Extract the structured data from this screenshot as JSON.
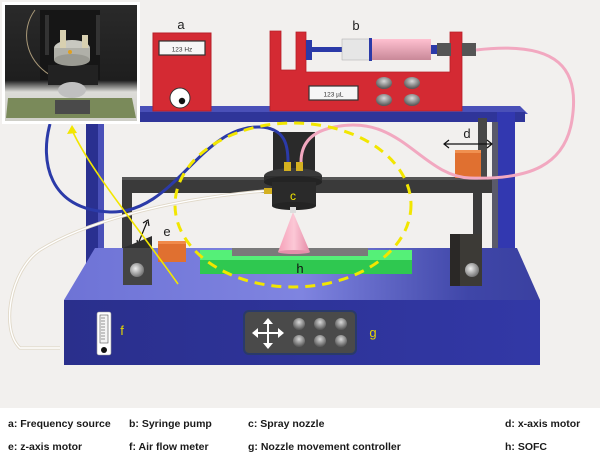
{
  "figure": {
    "labels": {
      "a": "a",
      "b": "b",
      "c": "c",
      "d": "d",
      "e": "e",
      "f": "f",
      "g": "g",
      "h": "h"
    },
    "frequency_source": {
      "display": "123 Hz"
    },
    "syringe_pump": {
      "display": "123 µL"
    },
    "colors": {
      "frame_blue": "#2f3599",
      "base_top": "#7a7fd8",
      "device_red": "#d42a33",
      "beam_dark": "#3a3a3a",
      "motor_orange": "#e07030",
      "sofc_green": "#3dd860",
      "highlight_yellow": "#f2e600",
      "tube_blue": "#2b3aa8",
      "tube_pink": "#f2a8c0",
      "background": "#f2f0ee"
    }
  },
  "legend": [
    {
      "key": "a",
      "text": "a: Frequency source"
    },
    {
      "key": "b",
      "text": "b: Syringe pump"
    },
    {
      "key": "c",
      "text": "c: Spray nozzle"
    },
    {
      "key": "d",
      "text": "d: x-axis motor"
    },
    {
      "key": "e",
      "text": "e: z-axis motor"
    },
    {
      "key": "f",
      "text": "f: Air flow meter"
    },
    {
      "key": "g",
      "text": "g: Nozzle movement controller"
    },
    {
      "key": "h",
      "text": "h: SOFC"
    }
  ]
}
